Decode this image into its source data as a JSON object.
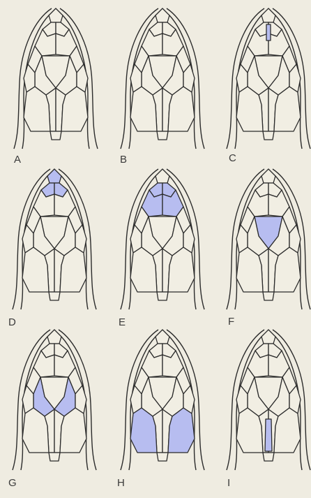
{
  "figure": {
    "highlight_color": "#b7bdf0",
    "line_color": "#2b2b2b",
    "background_color": "#efece1",
    "panels": [
      {
        "id": "A",
        "label": "A",
        "highlighted_scales": []
      },
      {
        "id": "B",
        "label": "B",
        "highlighted_scales": []
      },
      {
        "id": "C",
        "label": "C",
        "highlighted_scales": [
          "internasal-suture"
        ]
      },
      {
        "id": "D",
        "label": "D",
        "highlighted_scales": [
          "rostral",
          "internasals"
        ]
      },
      {
        "id": "E",
        "label": "E",
        "highlighted_scales": [
          "internasals",
          "prefrontals"
        ]
      },
      {
        "id": "F",
        "label": "F",
        "highlighted_scales": [
          "frontal"
        ]
      },
      {
        "id": "G",
        "label": "G",
        "highlighted_scales": [
          "supraoculars"
        ]
      },
      {
        "id": "H",
        "label": "H",
        "highlighted_scales": [
          "parietals"
        ]
      },
      {
        "id": "I",
        "label": "I",
        "highlighted_scales": [
          "interparietal-suture"
        ]
      }
    ]
  }
}
